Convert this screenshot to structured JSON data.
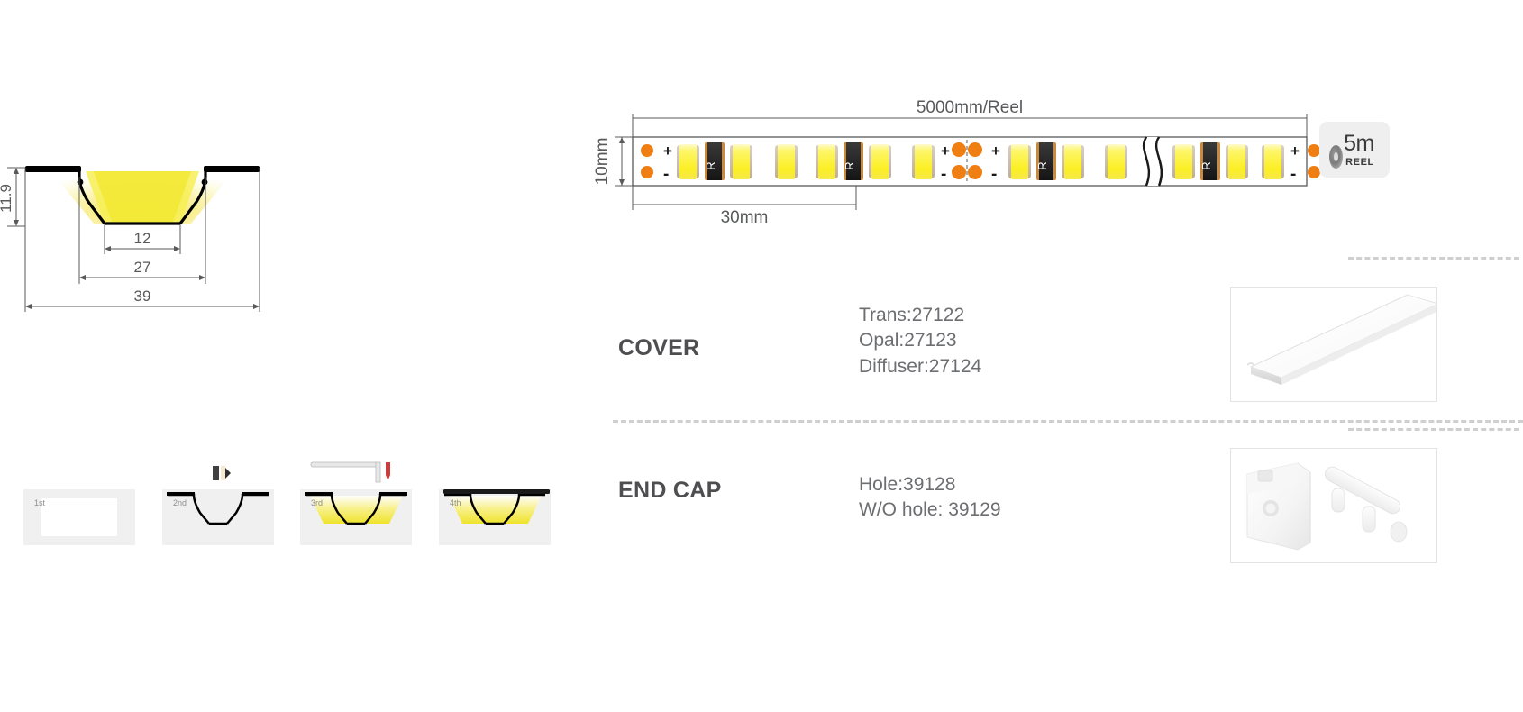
{
  "document": {
    "type": "led-aluminium-profile-spec-sheet"
  },
  "profile_diagram": {
    "name": "profile-cross-section",
    "dimensions": {
      "height_mm": "11.9",
      "inner_led_width_mm": "12",
      "inner_channel_width_mm": "27",
      "outer_width_mm": "39"
    },
    "labels": {
      "height": "11.9",
      "led": "12",
      "inner": "27",
      "outer": "39"
    }
  },
  "led_strip": {
    "name": "led-strip-diagram",
    "reel_length_label": "5000mm/Reel",
    "height_label": "10mm",
    "cut_length_label": "30mm",
    "polarity_plus": "+",
    "polarity_minus": "-",
    "resistor_label": "R",
    "badge": {
      "length": "5m",
      "unit": "REEL"
    }
  },
  "steps": {
    "name": "installation-steps",
    "items": [
      {
        "label": "1st"
      },
      {
        "label": "2nd"
      },
      {
        "label": "3rd"
      },
      {
        "label": "4th"
      }
    ]
  },
  "rows": [
    {
      "name": "cover",
      "title": "COVER",
      "codes": [
        "Trans:27122",
        "Opal:27123",
        "Diffuser:27124"
      ],
      "photo_alt": "cover-strip-photo"
    },
    {
      "name": "end-cap",
      "title": "END CAP",
      "codes": [
        "Hole:39128",
        "W/O hole: 39129"
      ],
      "photo_alt": "end-cap-photo"
    }
  ],
  "colors": {
    "text": "#58595b",
    "title": "#4e4e50",
    "code_text": "#6d6e71",
    "orange": "#f07f13",
    "led_yellow": "#fdf12a",
    "led_warm": "#fde78a",
    "divider": "#cfcfcf",
    "photo_border": "#e3e3e3",
    "badge_bg": "#efefef"
  }
}
